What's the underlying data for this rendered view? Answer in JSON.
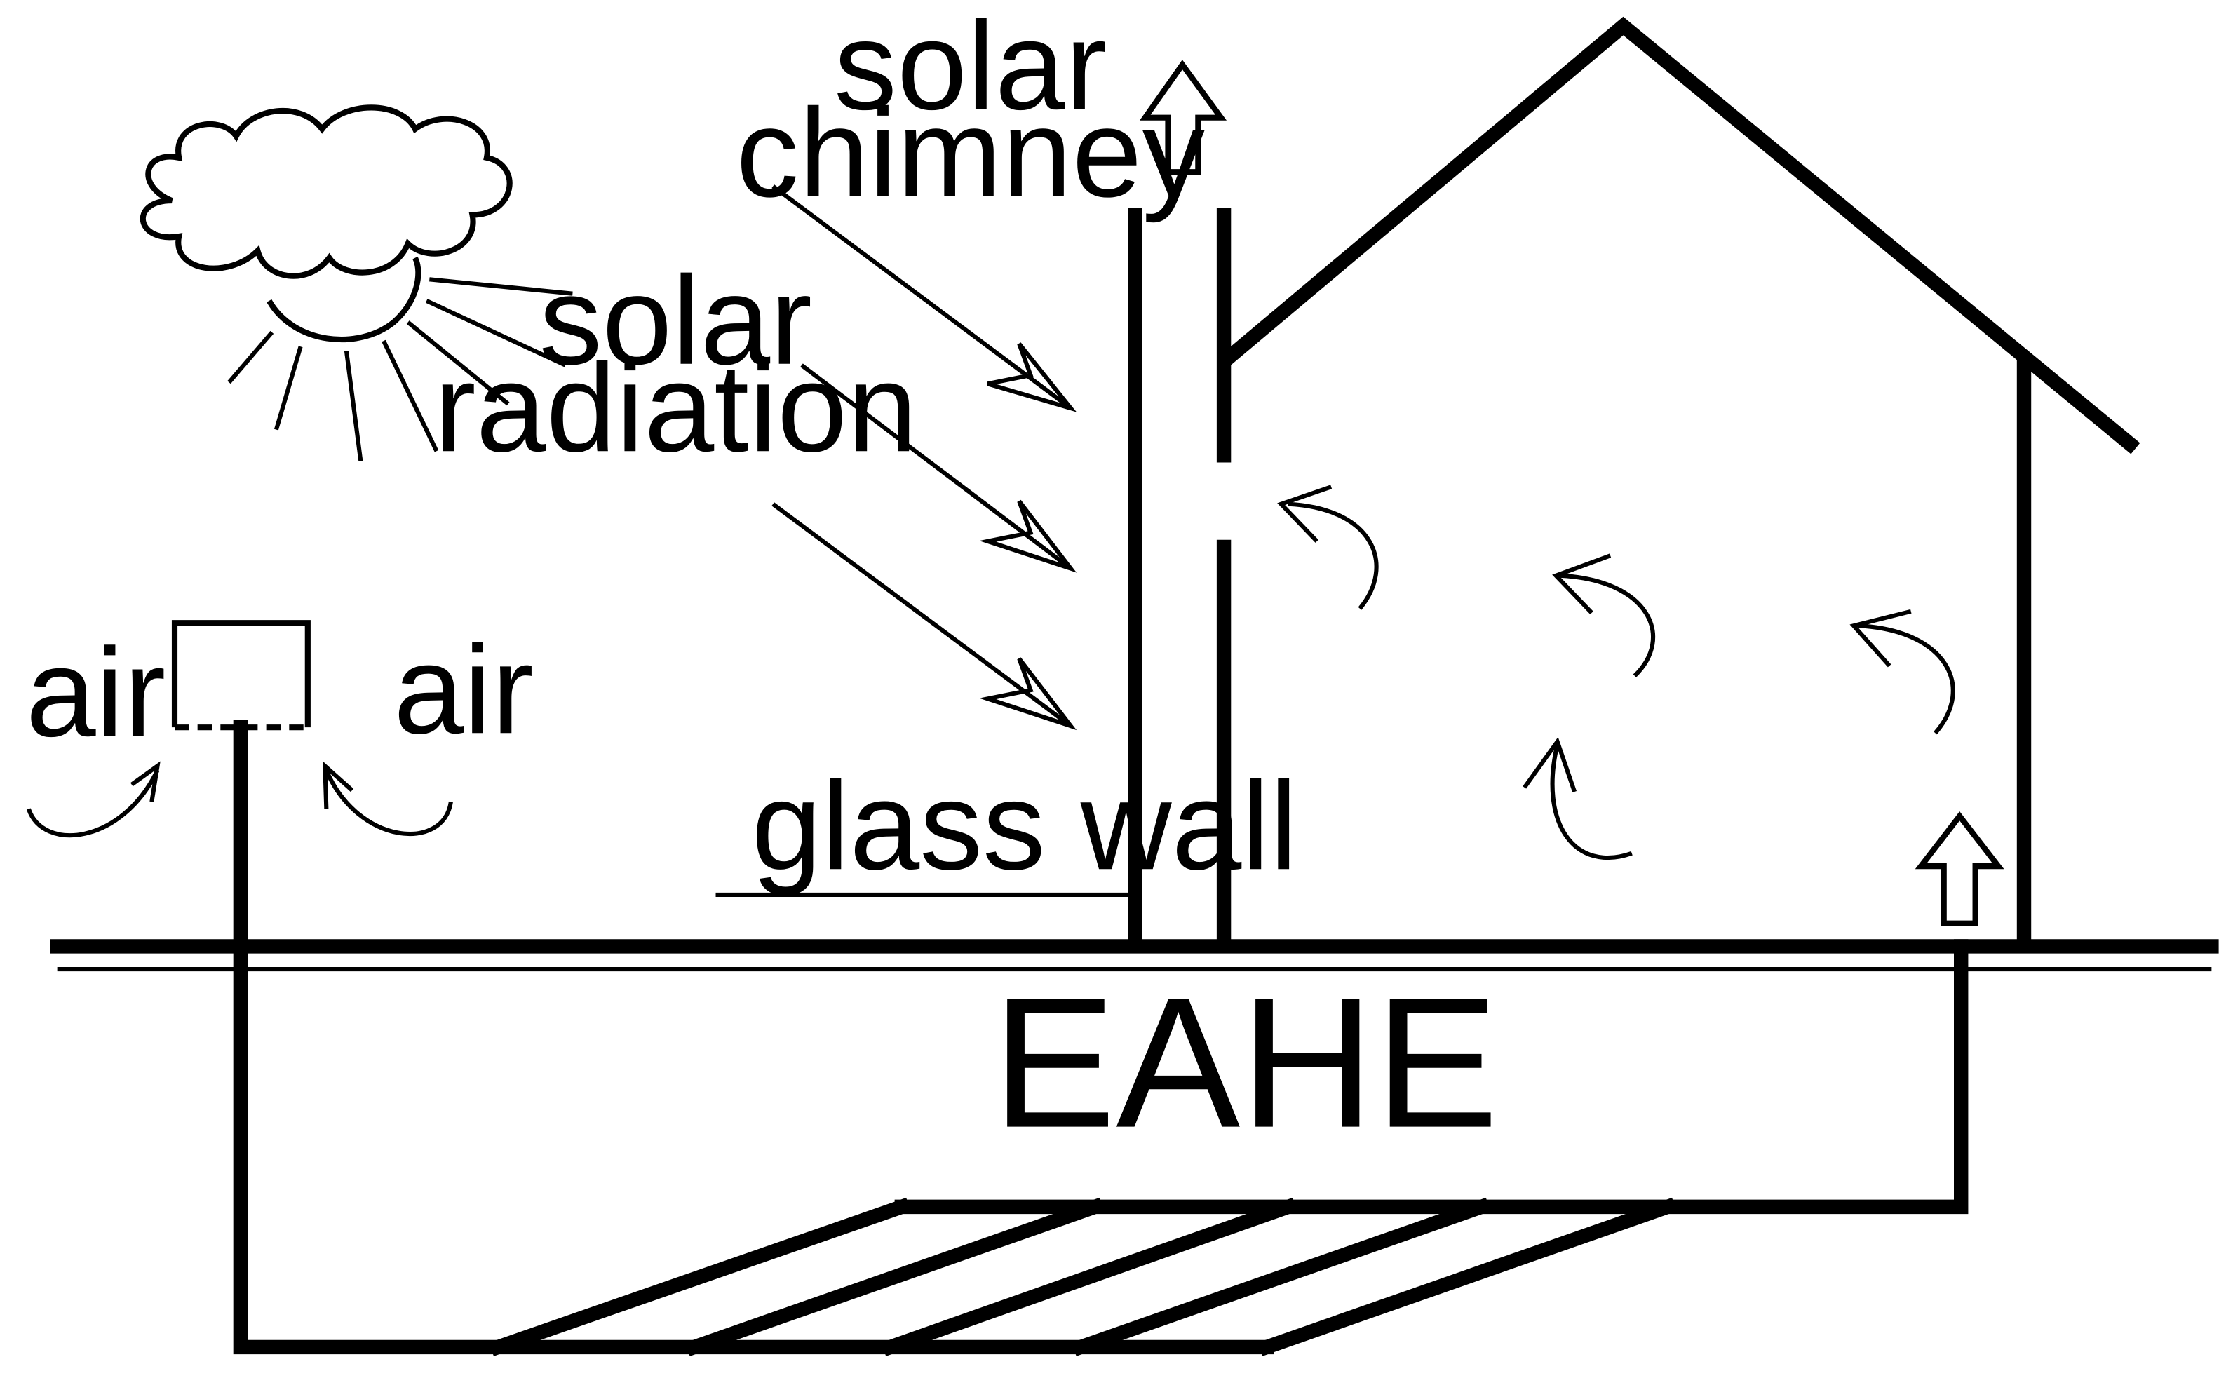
{
  "labels": {
    "solar_chimney_line1": "solar",
    "solar_chimney_line2": "chimney",
    "solar_radiation_line1": "solar",
    "solar_radiation_line2": "radiation",
    "air_left": "air",
    "air_right": "air",
    "glass_wall": "glass wall",
    "eahe": "EAHE"
  },
  "colors": {
    "stroke": "#000000",
    "background": "#ffffff"
  }
}
